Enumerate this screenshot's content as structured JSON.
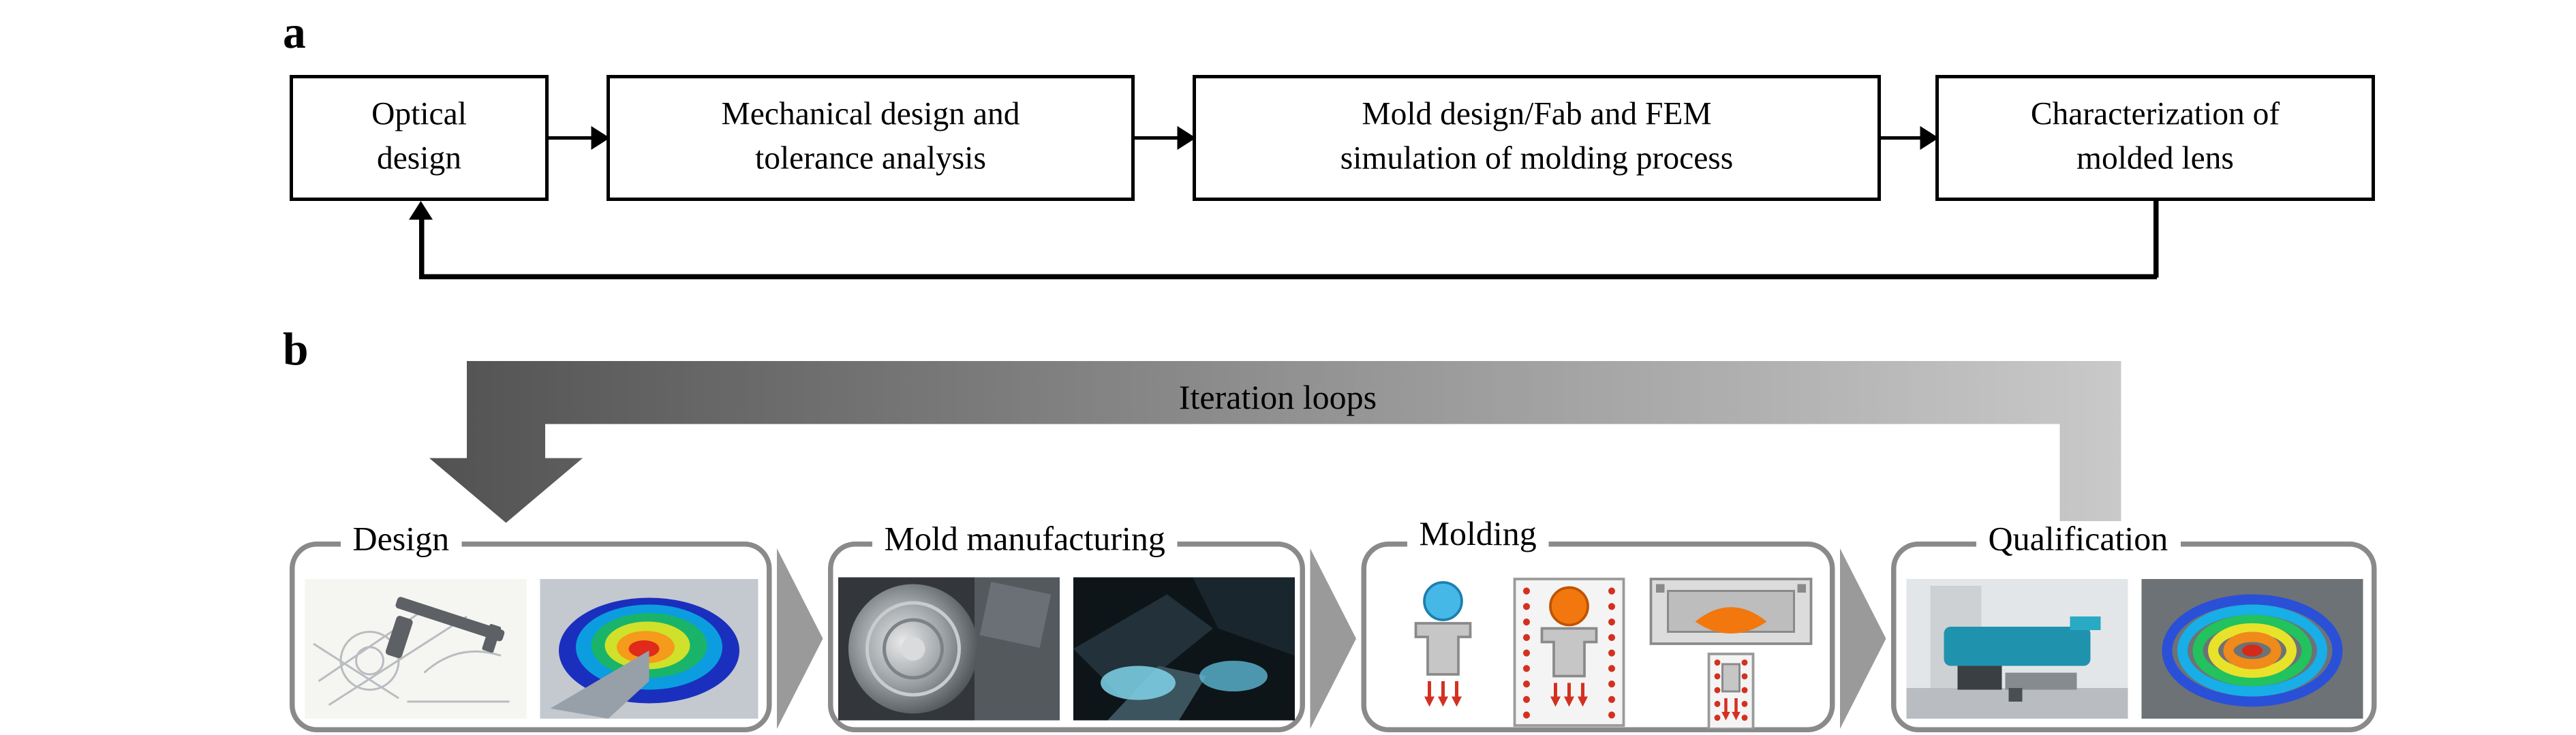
{
  "figure": {
    "panel_a": {
      "label": "a",
      "boxes": [
        {
          "label": "Optical\ndesign"
        },
        {
          "label": "Mechanical design and\ntolerance analysis"
        },
        {
          "label": "Mold design/Fab and FEM\nsimulation of molding process"
        },
        {
          "label": "Characterization of\nmolded lens"
        }
      ]
    },
    "panel_b": {
      "label": "b",
      "iteration_label": "Iteration loops",
      "stages": [
        {
          "label": "Design",
          "images": [
            "technical-drawing-with-caliper",
            "fem-lens-simulation"
          ]
        },
        {
          "label": "Mold manufacturing",
          "images": [
            "lathe-machining-photo",
            "cnc-machine-photo"
          ]
        },
        {
          "label": "Molding",
          "images": [
            "heating-step-diagram",
            "furnace-soaking-diagram",
            "pressing-step-diagram"
          ]
        },
        {
          "label": "Qualification",
          "images": [
            "metrology-instrument-photo",
            "surface-measurement-map"
          ]
        }
      ]
    },
    "colors": {
      "flow_box_border": "#000000",
      "card_border": "#8a8a8a",
      "chevron_gray": "#9a9a9a",
      "loop_dark": "#525252",
      "loop_light": "#c9c9c9"
    }
  }
}
